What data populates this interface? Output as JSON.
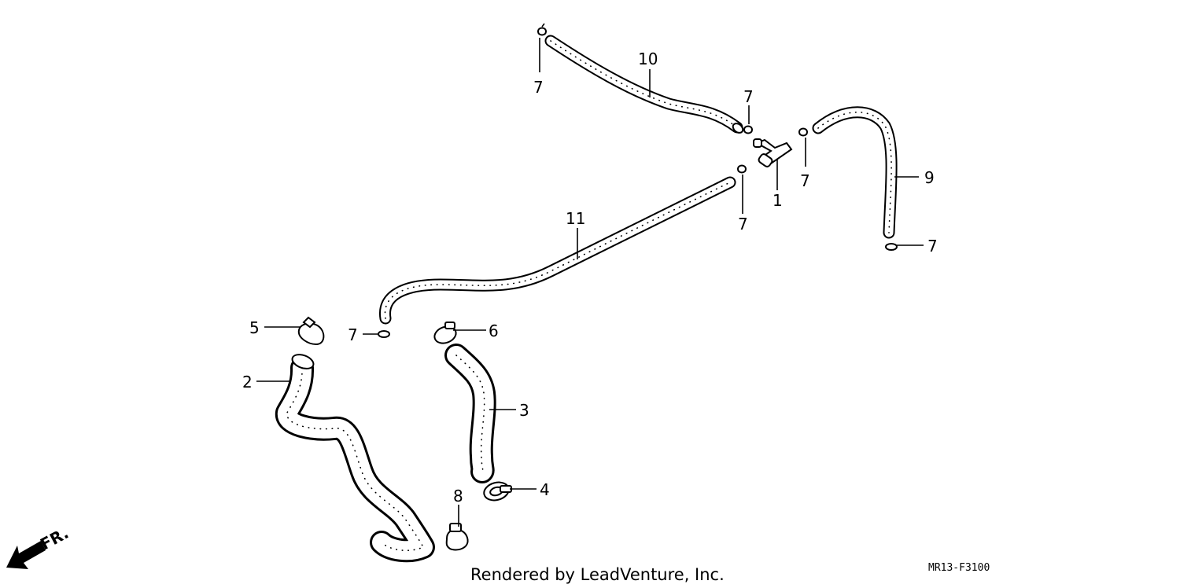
{
  "parts": [
    {
      "num": "1"
    },
    {
      "num": "2"
    },
    {
      "num": "3"
    },
    {
      "num": "4"
    },
    {
      "num": "5"
    },
    {
      "num": "6"
    },
    {
      "num": "7"
    },
    {
      "num": "8"
    },
    {
      "num": "9"
    },
    {
      "num": "10"
    },
    {
      "num": "11"
    }
  ],
  "direction_label": "FR.",
  "footer": {
    "rendered_by": "Rendered by LeadVenture, Inc.",
    "diagram_code": "MR13-F3100"
  }
}
